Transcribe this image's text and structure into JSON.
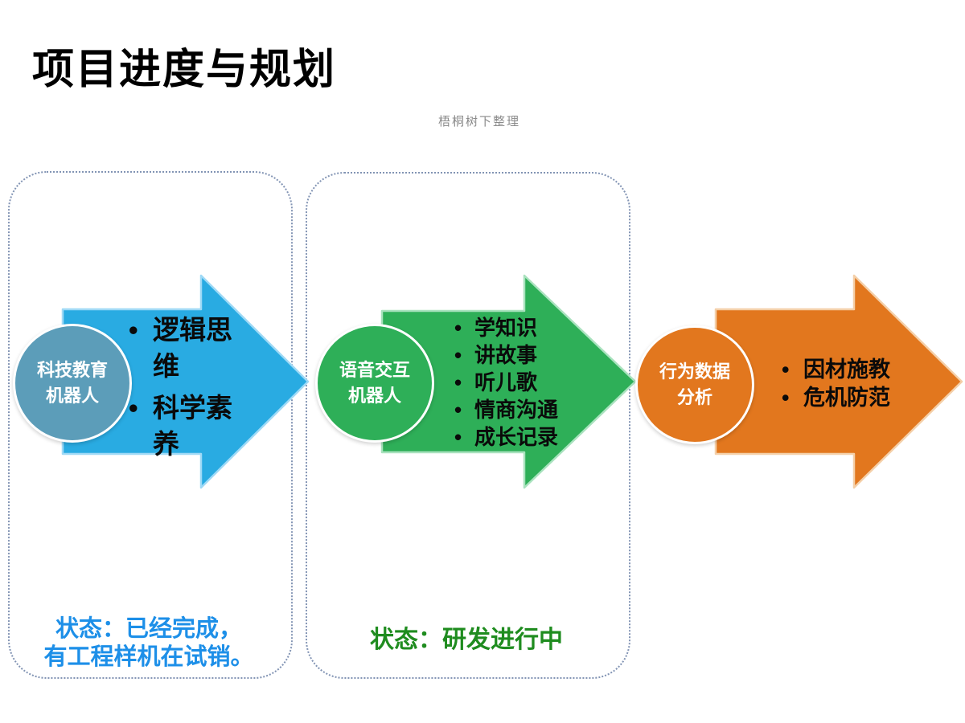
{
  "slide": {
    "title": "项目进度与规划",
    "watermark": "梧桐树下整理"
  },
  "colors": {
    "blue_arrow": "#29abe2",
    "blue_arrow_border": "#9ed9f6",
    "steel_circle": "#5c9db9",
    "green_arrow": "#2eaf58",
    "green_arrow_border": "#a9e2be",
    "green_circle": "#2eaf58",
    "orange_arrow": "#e2771e",
    "orange_arrow_border": "#f4cfa8",
    "orange_circle": "#e2771e",
    "status_done_text": "#1d8fe8",
    "status_progress_text": "#1f8c1f",
    "panel_dotted_border": "#8294b4",
    "bullet_text": "#0a0a0a",
    "title_text": "#000000"
  },
  "stages": [
    {
      "circle_label_line1": "科技教育",
      "circle_label_line2": "机器人",
      "bullets": [
        "逻辑思维",
        "科学素养"
      ],
      "status_line1": "状态：已经完成，",
      "status_line2": "有工程样机在试销。"
    },
    {
      "circle_label_line1": "语音交互",
      "circle_label_line2": "机器人",
      "bullets": [
        "学知识",
        "讲故事",
        "听儿歌",
        "情商沟通",
        "成长记录"
      ],
      "status_line1": "状态：研发进行中"
    },
    {
      "circle_label_line1": "行为数据",
      "circle_label_line2": "分析",
      "bullets": [
        "因材施教",
        "危机防范"
      ]
    }
  ]
}
